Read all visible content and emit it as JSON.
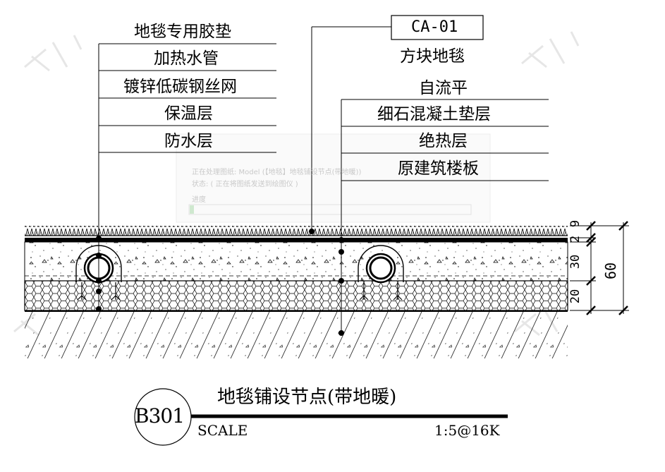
{
  "left_labels": [
    "地毯专用胶垫",
    "加热水管",
    "镀锌低碳钢丝网",
    "保温层",
    "防水层"
  ],
  "right_tag": "CA-01",
  "right_labels": [
    "方块地毯",
    "自流平",
    "细石混凝土垫层",
    "绝热层",
    "原建筑楼板"
  ],
  "dimensions": {
    "d1": "9",
    "d2": "2",
    "d3": "30",
    "d4": "20",
    "total": "60"
  },
  "title": {
    "code": "B301",
    "name": "地毯铺设节点(带地暖)",
    "scale_label": "SCALE",
    "scale_value": "1:5@16K"
  },
  "overlay": {
    "line1": "正在处理图纸: Model (【地毯】地毯铺设节点(带地暖))",
    "line2": "状态: ( 正在将图纸发送到绘图仪 )",
    "line3": "进度"
  },
  "watermark_text": "知贝"
}
